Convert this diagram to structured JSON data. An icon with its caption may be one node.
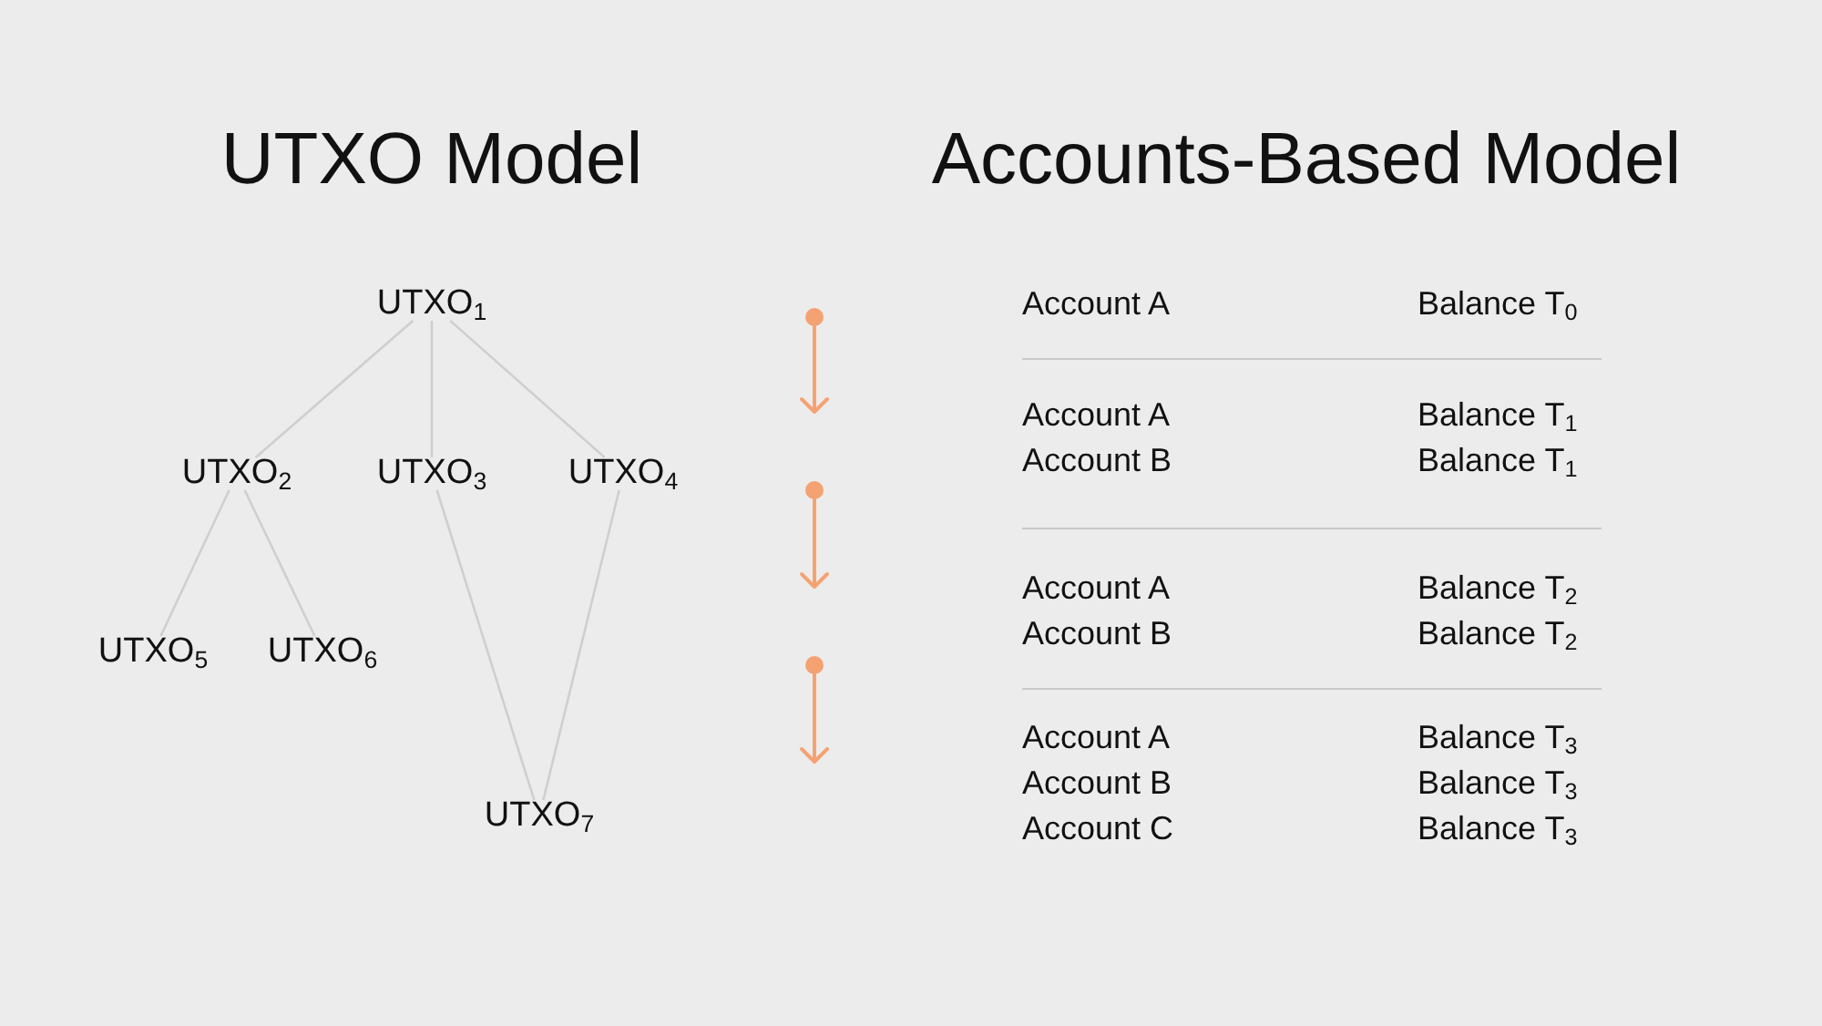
{
  "diagram": {
    "nodes": [
      {
        "text": [
          "UTXO$_{1}$"
        ]
      },
      {
        "text": [
          "UTXO$_{2}$"
        ]
      },
      {
        "text": [
          "UTXO$_{3}$"
        ]
      },
      {
        "text": [
          "UTXO$_{4}$"
        ]
      },
      {
        "text": [
          "UTXO$_{5}$"
        ]
      },
      {
        "text": [
          "UTXO$_{6}$"
        ]
      },
      {
        "text": [
          "UTXO$_{7}$"
        ]
      }
    ],
    "edges": [
      {
        "from": 0,
        "to": 1,
        "arrow": "none"
      },
      {
        "from": 0,
        "to": 2,
        "arrow": "none"
      },
      {
        "from": 0,
        "to": 3,
        "arrow": "none"
      },
      {
        "from": 1,
        "to": 4,
        "arrow": "none"
      },
      {
        "from": 1,
        "to": 5,
        "arrow": "none"
      },
      {
        "from": 2,
        "to": 6,
        "arrow": "none"
      },
      {
        "from": 3,
        "to": 6,
        "arrow": "none"
      }
    ],
    "labels": [
      "UTXO Model",
      "Accounts-Based Model",
      "Account A",
      "Balance T$_{0}$",
      "Account A",
      "Balance T$_{1}$",
      "Account B",
      "Balance T$_{1}$",
      "Account A",
      "Balance T$_{2}$",
      "Account B",
      "Balance T$_{2}$",
      "Account A",
      "Balance T$_{3}$",
      "Account B",
      "Balance T$_{3}$",
      "Account C",
      "Balance T$_{3}$"
    ]
  }
}
